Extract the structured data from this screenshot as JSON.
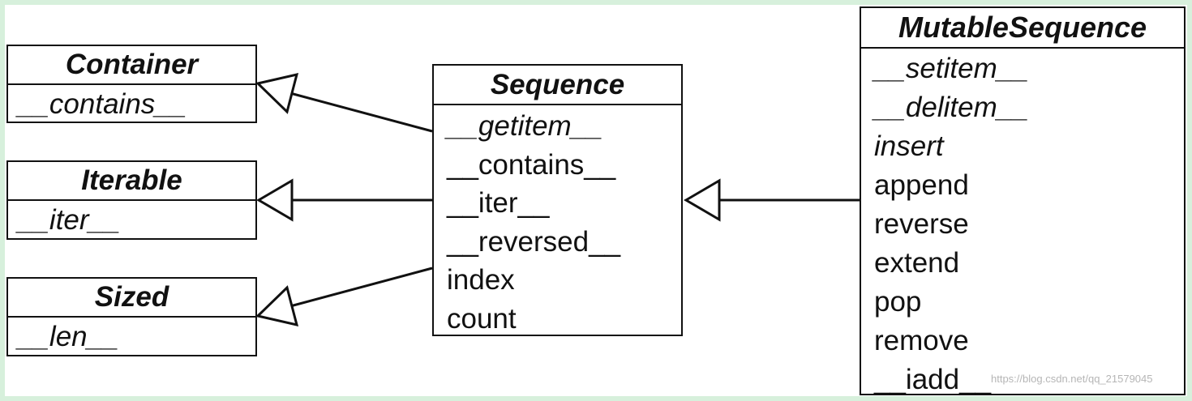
{
  "diagram": {
    "classes": {
      "container": {
        "name": "Container",
        "members": [
          {
            "text": "__contains__",
            "abstract": true
          }
        ]
      },
      "iterable": {
        "name": "Iterable",
        "members": [
          {
            "text": "__iter__",
            "abstract": true
          }
        ]
      },
      "sized": {
        "name": "Sized",
        "members": [
          {
            "text": "__len__",
            "abstract": true
          }
        ]
      },
      "sequence": {
        "name": "Sequence",
        "members": [
          {
            "text": "__getitem__",
            "abstract": true
          },
          {
            "text": "__contains__",
            "abstract": false
          },
          {
            "text": "__iter__",
            "abstract": false
          },
          {
            "text": "__reversed__",
            "abstract": false
          },
          {
            "text": "index",
            "abstract": false
          },
          {
            "text": "count",
            "abstract": false
          }
        ]
      },
      "mutable_sequence": {
        "name": "MutableSequence",
        "members": [
          {
            "text": "__setitem__",
            "abstract": true
          },
          {
            "text": "__delitem__",
            "abstract": true
          },
          {
            "text": "insert",
            "abstract": true
          },
          {
            "text": "append",
            "abstract": false
          },
          {
            "text": "reverse",
            "abstract": false
          },
          {
            "text": "extend",
            "abstract": false
          },
          {
            "text": "pop",
            "abstract": false
          },
          {
            "text": "remove",
            "abstract": false
          },
          {
            "text": "__iadd__",
            "abstract": false
          }
        ]
      }
    },
    "inheritance": [
      {
        "from": "Sequence",
        "to": "Container"
      },
      {
        "from": "Sequence",
        "to": "Iterable"
      },
      {
        "from": "Sequence",
        "to": "Sized"
      },
      {
        "from": "MutableSequence",
        "to": "Sequence"
      }
    ]
  },
  "watermark": "https://blog.csdn.net/qq_21579045",
  "colors": {
    "frame": "#d7f0dc",
    "line": "#111111"
  }
}
